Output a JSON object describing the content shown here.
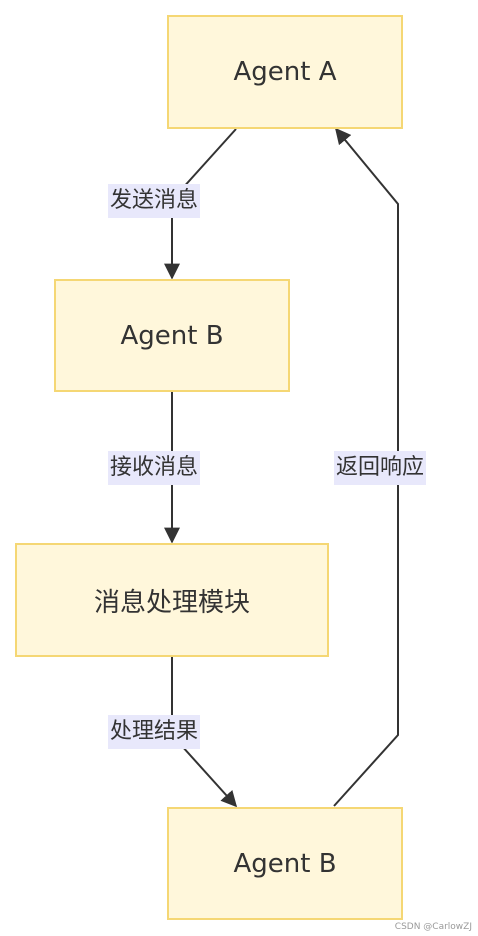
{
  "nodes": {
    "agent_a": "Agent A",
    "agent_b1": "Agent B",
    "processing": "消息处理模块",
    "agent_b2": "Agent B"
  },
  "edges": {
    "send": "发送消息",
    "receive": "接收消息",
    "result": "处理结果",
    "respond": "返回响应"
  },
  "colors": {
    "node_fill": "#fff7db",
    "node_border": "#f5d774",
    "label_bg": "#e8e8fb",
    "line": "#333333"
  },
  "watermark": "CSDN @CarlowZJ"
}
